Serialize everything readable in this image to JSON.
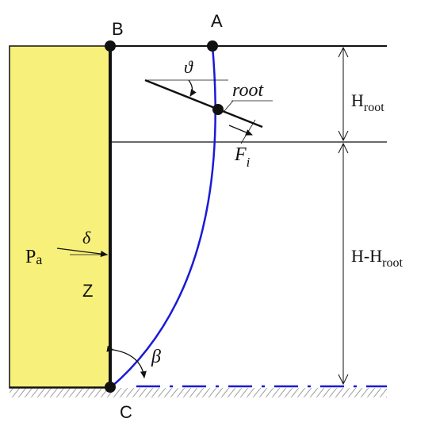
{
  "labels": {
    "point_a": "A",
    "point_b": "B",
    "point_c": "C",
    "theta": "ϑ",
    "root": "root",
    "force_f": "F",
    "force_sub": "i",
    "h_root_main": "H",
    "h_root_sub": "root",
    "h_minus_main": "H-H",
    "h_minus_sub": "root",
    "pa_main": "P",
    "pa_sub": "a",
    "delta": "δ",
    "z": "Z",
    "beta": "β"
  },
  "colors": {
    "wall_fill": "#f7f07a",
    "wall_edge": "#111111",
    "slip_curve": "#1a1ad6",
    "dash_line": "#1a1ad6",
    "ground_hatch": "#999999",
    "text": "#111111"
  }
}
